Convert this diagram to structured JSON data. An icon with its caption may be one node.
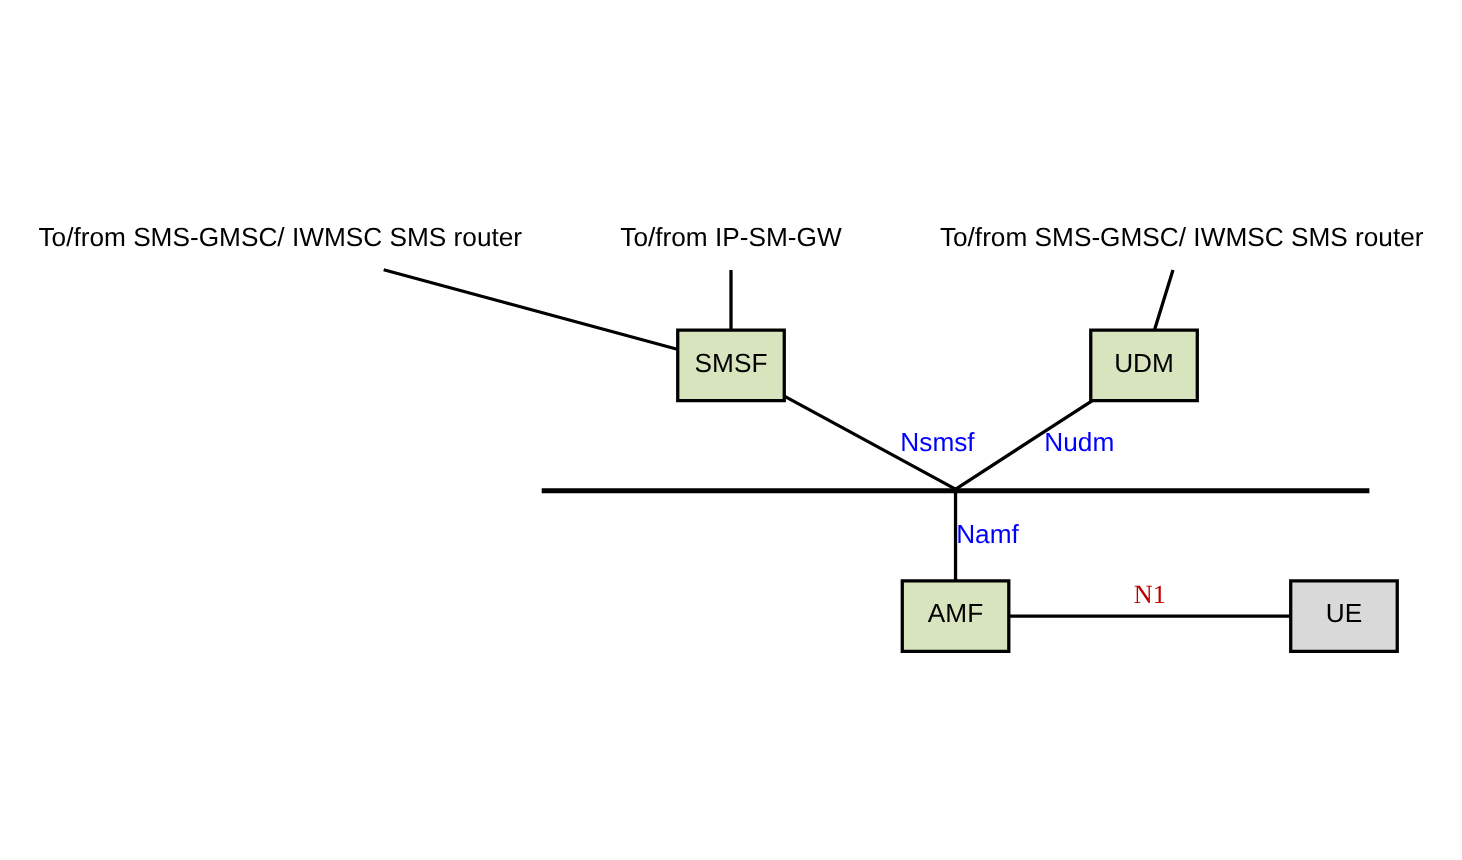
{
  "diagram": {
    "nodes": [
      {
        "text": [
          "To/from SMS-GMSC/ IWMSC SMS router"
        ]
      },
      {
        "text": [
          "To/from IP-SM-GW"
        ]
      },
      {
        "text": [
          "SMSF"
        ]
      },
      {
        "text": [
          "To/from SMS-GMSC/ IWMSC SMS router"
        ]
      },
      {
        "text": [
          "UDM"
        ]
      },
      {
        "text": [],
        "shape": "bar"
      },
      {
        "text": [
          "UE"
        ]
      },
      {
        "text": [
          "AMF"
        ]
      }
    ],
    "edges": [
      {
        "from": 0,
        "to": 2,
        "arrow": "none"
      },
      {
        "from": 1,
        "to": 2,
        "arrow": "none"
      },
      {
        "from": 3,
        "to": 4,
        "arrow": "none"
      },
      {
        "from": 2,
        "to": 5,
        "label": "Nsmsf",
        "arrow": "none"
      },
      {
        "from": 4,
        "to": 5,
        "label": "Nudm",
        "arrow": "none"
      },
      {
        "from": 5,
        "to": 7,
        "label": "Namf",
        "arrow": "none"
      },
      {
        "from": 6,
        "to": 7,
        "label": "N1",
        "arrow": "none"
      }
    ]
  }
}
